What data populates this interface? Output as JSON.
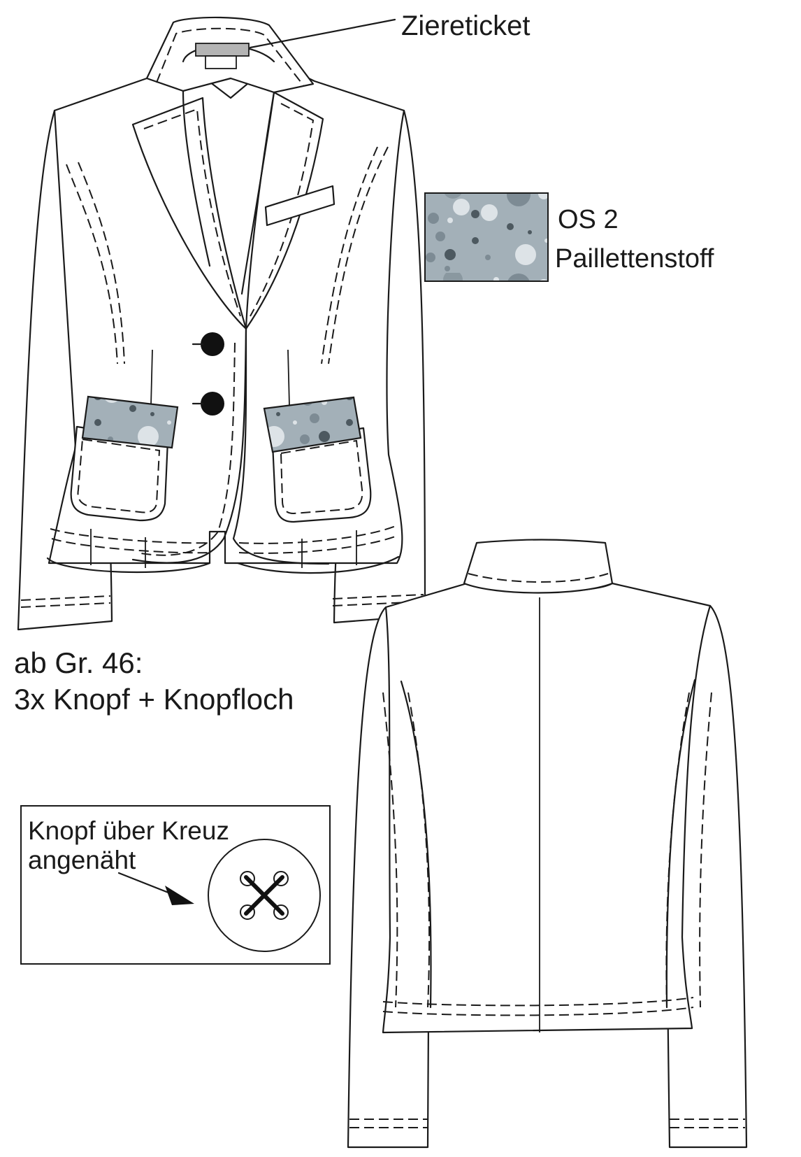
{
  "labels": {
    "label_tag": "Ziereticket",
    "fabric_code": "OS 2",
    "fabric_name": "Paillettenstoff",
    "size_note_line1": "ab Gr. 46:",
    "size_note_line2": "3x Knopf + Knopfloch",
    "button_box_line1": "Knopf über Kreuz",
    "button_box_line2": "angenäht"
  },
  "colors": {
    "outline": "#1a1a1a",
    "sequin_fabric_base": "#a3b0b8",
    "sequin_dot_light": "#dde3e7",
    "sequin_dot_mid": "#7d8b94",
    "sequin_dot_dark": "#4d5960",
    "label_tag_fill": "#b4b4b4"
  }
}
